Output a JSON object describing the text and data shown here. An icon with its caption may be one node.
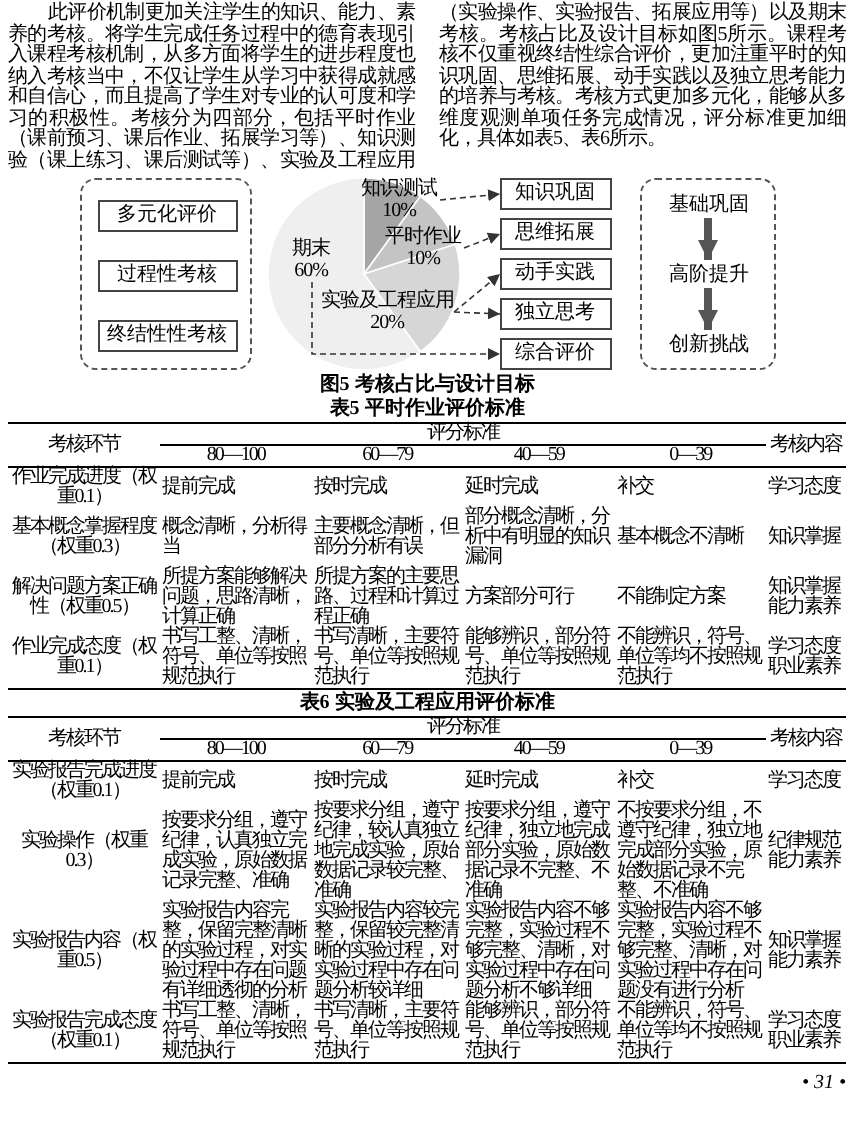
{
  "diagram": {
    "caption": "图5 考核占比与设计目标",
    "nodes": [
      {
        "text": [],
        "shape": "box"
      },
      {
        "text": [
          "多元化评价"
        ],
        "in": 0
      },
      {
        "text": [
          "过程性考核"
        ],
        "in": 0
      },
      {
        "text": [
          "终结性性考核"
        ],
        "in": 0
      },
      {
        "text": [
          "知识巩固"
        ]
      },
      {
        "text": [
          "思维拓展"
        ]
      },
      {
        "text": [
          "动手实践"
        ]
      },
      {
        "text": [
          "独立思考"
        ]
      },
      {
        "text": [
          "综合评价"
        ]
      },
      {
        "text": [],
        "shape": "box"
      },
      {
        "text": [
          "基础巩固"
        ],
        "in": 9
      },
      {
        "text": [
          "高阶提升"
        ],
        "in": 9
      },
      {
        "text": [
          "创新挑战"
        ],
        "in": 9
      },
      {
        "text": [
          "知识测试",
          "10%"
        ]
      },
      {
        "text": [
          "平时作业",
          "10%"
        ]
      },
      {
        "text": [
          "实验及工程应用",
          "20%"
        ]
      },
      {
        "text": [
          "期末",
          "60%"
        ]
      }
    ],
    "edges": [
      {
        "from": 13,
        "to": 4,
        "arrow": "to",
        "style": "dashed"
      },
      {
        "from": 14,
        "to": 5,
        "arrow": "to",
        "style": "dashed"
      },
      {
        "from": 15,
        "to": 6,
        "arrow": "to",
        "style": "dashed"
      },
      {
        "from": 15,
        "to": 7,
        "arrow": "to",
        "style": "dashed"
      },
      {
        "from": 16,
        "to": 8,
        "arrow": "to",
        "style": "dashed"
      },
      {
        "from": 10,
        "to": 11,
        "arrow": "to",
        "style": "thick"
      },
      {
        "from": 11,
        "to": 12,
        "arrow": "to",
        "style": "thick"
      }
    ],
    "labels": [
      "此评价机制更加关注学生的知识、能力、素养的考核。将学生完成任务过程中的德育表现引入课程考核机制，从多方面将学生的进步程度也纳入考核当中，不仅让学生从学习中获得成就感和自信心，而且提高了学生对专业的认可度和学习的积极性。考核分为四部分，包括平时作业（课前预习、课后作业、拓展学习等）、知识测验（课上练习、课后测试等）、实验及工程应用（实验操作、实验报告、拓展应用等）以及期末考核。考核占比及设计目标如图5所示。课程考核不仅重视终结性综合评价，更加注重平时的知识巩固、思维拓展、动手实践以及独立思考能力的培养与考核。考核方式更加多元化，能够从多维度观测单项任务完成情况，评分标准更加细化，具体如表5、表6所示。",
      "表5 平时作业评价标准",
      "考核环节",
      "评分标准",
      "考核内容",
      "80—100",
      "60—79",
      "40—59",
      "0—39",
      "作业完成进度（权重0.1）",
      "提前完成",
      "按时完成",
      "延时完成",
      "补交",
      "学习态度",
      "基本概念掌握程度（权重0.3）",
      "概念清晰，分析得当",
      "主要概念清晰，但部分分析有误",
      "部分概念清晰，分析中有明显的知识漏洞",
      "基本概念不清晰",
      "知识掌握",
      "解决问题方案正确性（权重0.5）",
      "所提方案能够解决问题，思路清晰，计算正确",
      "所提方案的主要思路、过程和计算过程正确",
      "方案部分可行",
      "不能制定方案",
      "知识掌握能力素养",
      "作业完成态度（权重0.1）",
      "书写工整、清晰，符号、单位等按照规范执行",
      "书写清晰，主要符号、单位等按照规范执行",
      "能够辨识，部分符号、单位等按照规范执行",
      "不能辨识，符号、单位等均不按照规范执行",
      "学习态度职业素养",
      "表6 实验及工程应用评价标准",
      "考核环节",
      "评分标准",
      "考核内容",
      "80—100",
      "60—79",
      "40—59",
      "0—39",
      "实验报告完成进度（权重0.1）",
      "提前完成",
      "按时完成",
      "延时完成",
      "补交",
      "学习态度",
      "实验操作（权重0.3）",
      "按要求分组，遵守纪律，认真独立完成实验，原始数据记录完整、准确",
      "按要求分组，遵守纪律，较认真独立地完成实验，原始数据记录较完整、准确",
      "按要求分组，遵守纪律，独立地完成部分实验，原始数据记录不完整、不准确",
      "不按要求分组，不遵守纪律，独立地完成部分实验，原始数据记录不完整、不准确",
      "纪律规范能力素养",
      "实验报告内容（权重0.5）",
      "实验报告内容完整，保留完整清晰的实验过程，对实验过程中存在问题有详细透彻的分析",
      "实验报告内容较完整，保留较完整清晰的实验过程，对实验过程中存在问题分析较详细",
      "实验报告内容不够完整，实验过程不够完整、清晰，对实验过程中存在问题分析不够详细",
      "实验报告内容不够完整，实验过程不够完整、清晰，对实验过程中存在问题没有进行分析",
      "知识掌握能力素养",
      "实验报告完成态度（权重0.1）",
      "书写工整、清晰，符号、单位等按照规范执行",
      "书写清晰，主要符号、单位等按照规范执行",
      "能够辨识，部分符号、单位等按照规范执行",
      "不能辨识，符号、单位等均不按照规范执行",
      "学习态度职业素养",
      "• 31 •"
    ],
    "chart_data": {
      "type": "pie",
      "values": [
        10,
        10,
        20,
        60
      ]
    }
  }
}
